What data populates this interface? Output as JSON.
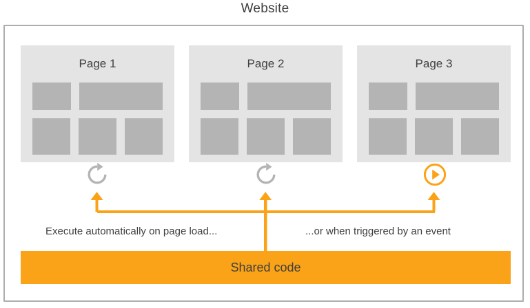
{
  "diagram": {
    "title": "Website",
    "colors": {
      "accent_orange": "#fba318",
      "frame_border": "#adadad",
      "card_background": "#e4e4e4",
      "block_fill": "#b4b4b4",
      "text": "#3f3f3f"
    },
    "pages": [
      {
        "label": "Page 1",
        "trigger_icon": "refresh-icon",
        "trigger_meaning": "page load"
      },
      {
        "label": "Page 2",
        "trigger_icon": "refresh-icon",
        "trigger_meaning": "page load"
      },
      {
        "label": "Page 3",
        "trigger_icon": "play-icon",
        "trigger_meaning": "event"
      }
    ],
    "captions": {
      "left": "Execute automatically on page load...",
      "right": "...or when triggered by an event"
    },
    "shared_code": {
      "label": "Shared code"
    }
  }
}
